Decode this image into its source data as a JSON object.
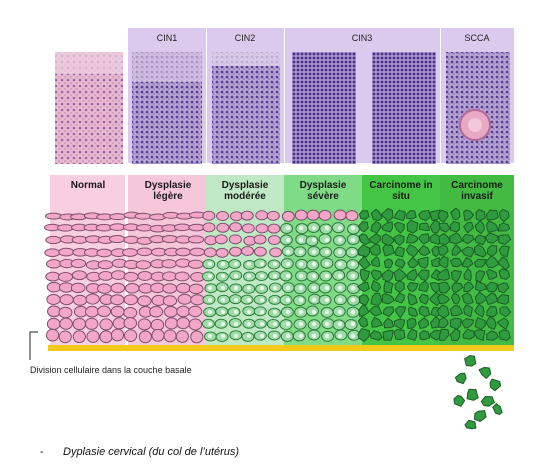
{
  "grades": {
    "cin1": "CIN1",
    "cin2": "CIN2",
    "cin3": "CIN3",
    "scca": "SCCA"
  },
  "stages": {
    "normal": "Normal",
    "dysplasie_legere": "Dysplasie légère",
    "dysplasie_moderee": "Dysplasie modérée",
    "dysplasie_severe": "Dysplasie sévère",
    "carcinome_in_situ": "Carcinome in situ",
    "carcinome_invasif": "Carcinome invasif"
  },
  "caption": "Division cellulaire dans la couche basale",
  "footer": {
    "bullet": "-",
    "text": "Dyplasie cervical (du col de l’utérus)"
  },
  "colors": {
    "header_purple": "#d9c6ea",
    "normal_pink": "#f7c9dc",
    "legere_pink": "#f6bfd4",
    "moderee_green": "#b6e6be",
    "severe_green": "#5fd36e",
    "in_situ_green": "#3fbf3f",
    "invasif_green": "#3ab53a",
    "cell_pink": "#f09ac0",
    "cell_green": "#35a04a",
    "basement": "#f2c81a"
  }
}
